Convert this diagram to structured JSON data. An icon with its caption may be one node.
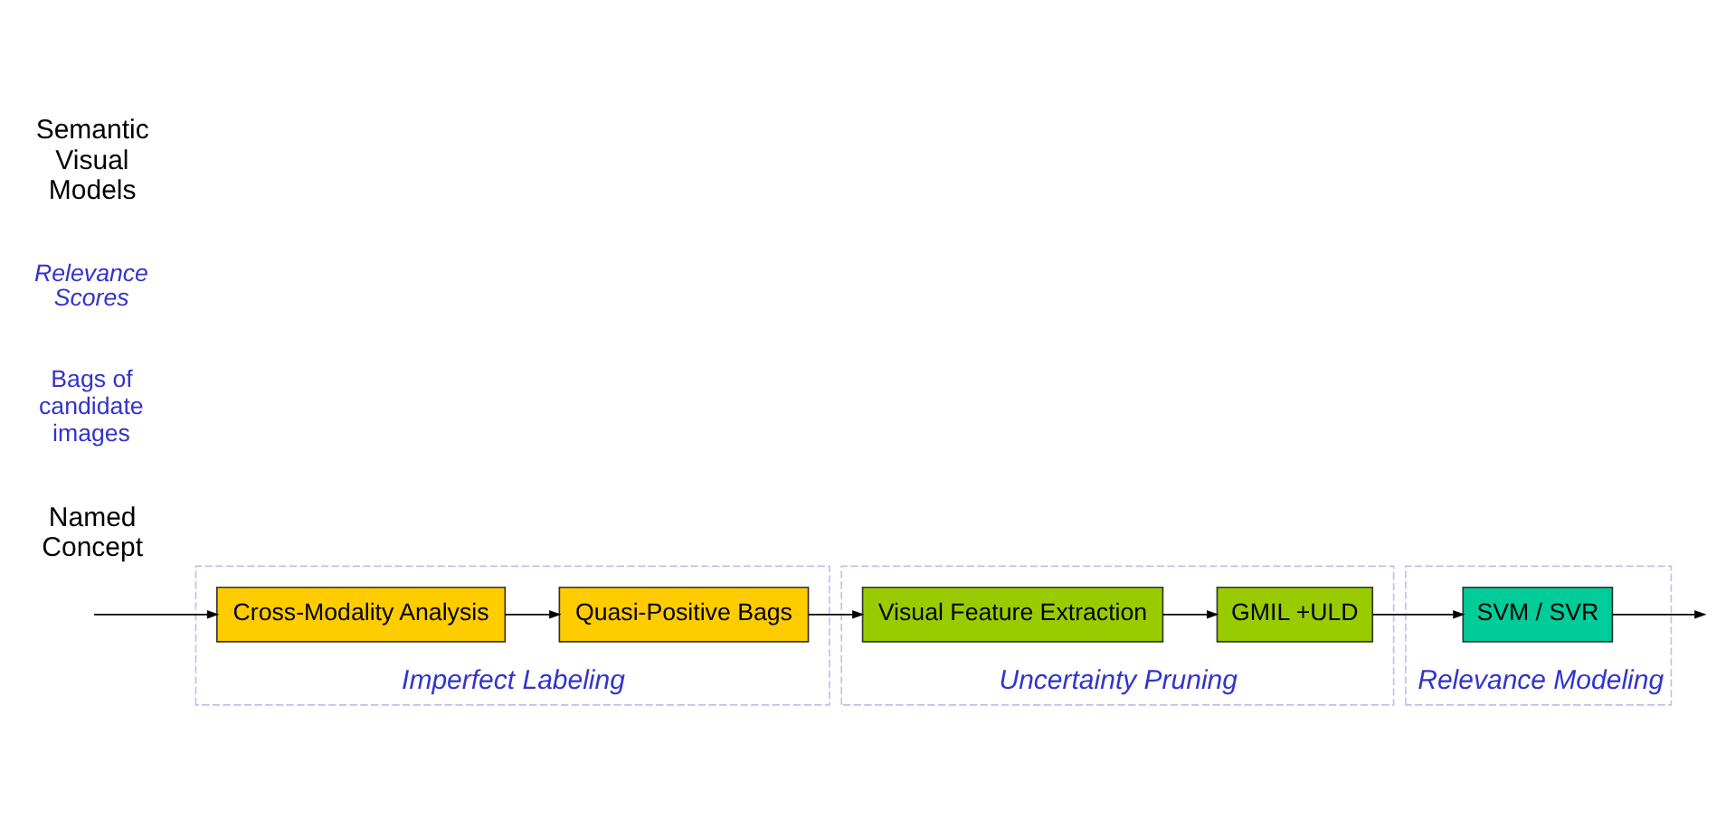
{
  "diagram": {
    "nodes": [
      {
        "text": [
          "Imperfect Labeling"
        ]
      },
      {
        "text": [
          "Cross-Modality Analysis"
        ],
        "in": 0
      },
      {
        "text": [
          "Quasi-Positive Bags"
        ],
        "in": 0
      },
      {
        "text": [
          "Uncertainty Pruning"
        ]
      },
      {
        "text": [
          "Visual Feature Extraction"
        ],
        "in": 3
      },
      {
        "text": [
          "GMIL +ULD"
        ],
        "in": 3
      },
      {
        "text": [
          "Relevance Modeling"
        ]
      },
      {
        "text": [
          "SVM / SVR"
        ],
        "in": 6
      }
    ],
    "edges": [
      {
        "from": null,
        "to": 1,
        "arrow": "to"
      },
      {
        "from": 1,
        "to": 2,
        "arrow": "to"
      },
      {
        "from": 2,
        "to": 4,
        "arrow": "to"
      },
      {
        "from": 4,
        "to": 5,
        "arrow": "to"
      },
      {
        "from": 5,
        "to": 7,
        "arrow": "to"
      },
      {
        "from": 7,
        "to": null,
        "arrow": "to"
      }
    ],
    "labels": [
      "Named Concept",
      "Bags of candidate images",
      "Relevance Scores",
      "Semantic Visual Models"
    ]
  }
}
